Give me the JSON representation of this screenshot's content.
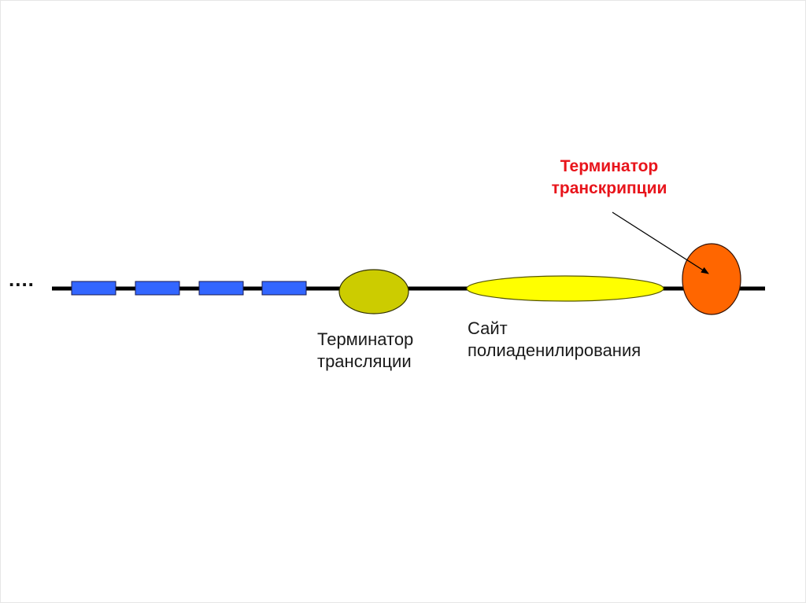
{
  "diagram": {
    "ellipsis": "....",
    "colors": {
      "line": "#000000",
      "exon": "#3366ff",
      "translation_terminator": "#cccc00",
      "polyadenylation_site": "#ffff00",
      "transcription_terminator": "#ff6600",
      "highlight_text": "#e8141b"
    },
    "labels": {
      "translation_terminator": {
        "line1": "Терминатор",
        "line2": "трансляции"
      },
      "polyadenylation_site": {
        "line1": "Сайт",
        "line2": "полиаденилирования"
      },
      "transcription_terminator": {
        "line1": "Терминатор",
        "line2": "транскрипции"
      }
    }
  }
}
